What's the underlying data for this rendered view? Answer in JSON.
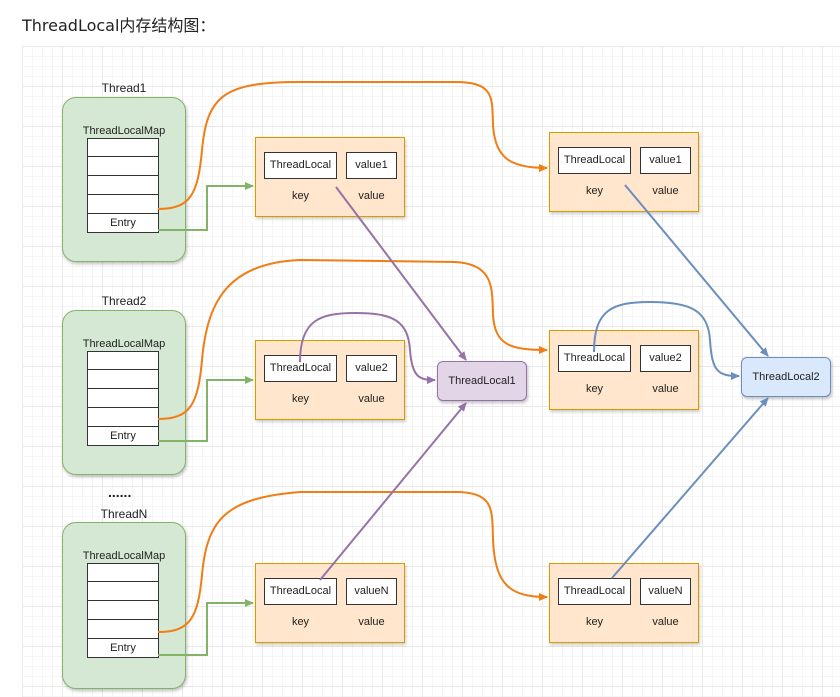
{
  "heading": "ThreadLocal内存结构图：",
  "threads": [
    {
      "label": "Thread1",
      "map_title": "ThreadLocalMap",
      "entry_label": "Entry"
    },
    {
      "label": "Thread2",
      "map_title": "ThreadLocalMap",
      "entry_label": "Entry"
    },
    {
      "label": "ThreadN",
      "map_title": "ThreadLocalMap",
      "entry_label": "Entry"
    }
  ],
  "ellipsis": "......",
  "left_entries": [
    {
      "key": "ThreadLocal",
      "value": "value1",
      "key_label": "key",
      "value_label": "value"
    },
    {
      "key": "ThreadLocal",
      "value": "value2",
      "key_label": "key",
      "value_label": "value"
    },
    {
      "key": "ThreadLocal",
      "value": "valueN",
      "key_label": "key",
      "value_label": "value"
    }
  ],
  "right_entries": [
    {
      "key": "ThreadLocal",
      "value": "value1",
      "key_label": "key",
      "value_label": "value"
    },
    {
      "key": "ThreadLocal",
      "value": "value2",
      "key_label": "key",
      "value_label": "value"
    },
    {
      "key": "ThreadLocal",
      "value": "valueN",
      "key_label": "key",
      "value_label": "value"
    }
  ],
  "threadlocal_nodes": {
    "tl1": "ThreadLocal1",
    "tl2": "ThreadLocal2"
  },
  "colors": {
    "thread_fill": "#d5e8d4",
    "thread_stroke": "#82b366",
    "entry_fill": "#ffe6cc",
    "entry_stroke": "#d79b00",
    "tl1_fill": "#e1d5e7",
    "tl1_stroke": "#9673a6",
    "tl2_fill": "#dae8fc",
    "tl2_stroke": "#6c8ebf",
    "green_arrow": "#82b366",
    "orange_arrow": "#f07d16",
    "purple_arrow": "#9673a6",
    "blue_arrow": "#6c8ebf"
  }
}
